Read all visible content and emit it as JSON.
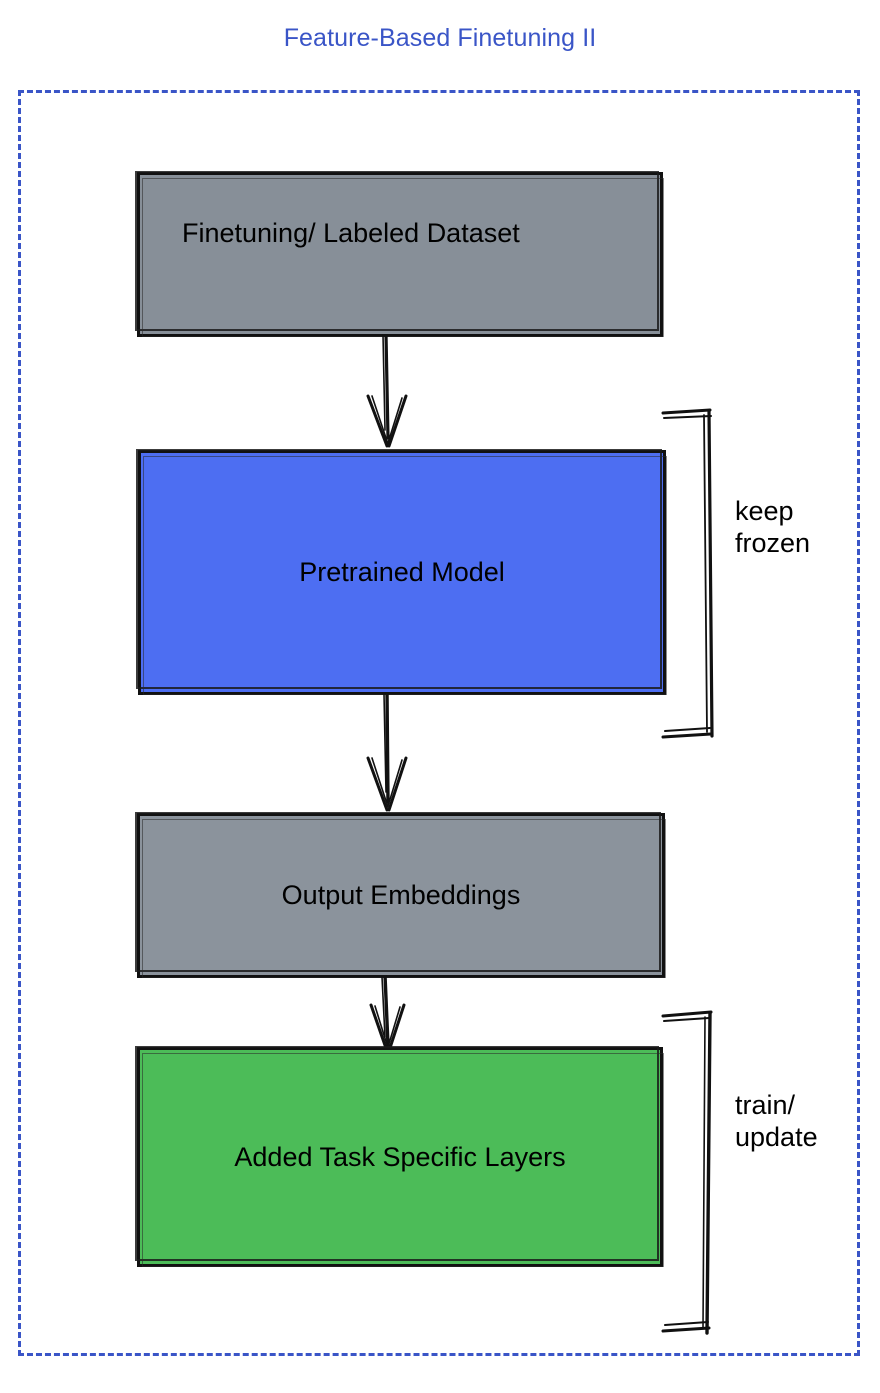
{
  "diagram": {
    "title": "Feature-Based Finetuning II",
    "title_color": "#3a55c7",
    "frame": {
      "style": "dashed",
      "color": "#3a55c7"
    },
    "nodes": [
      {
        "id": "dataset",
        "label": "Finetuning/ Labeled Dataset",
        "fill": "#878f98",
        "stroke": "#111111"
      },
      {
        "id": "pretrained",
        "label": "Pretrained Model",
        "fill": "#4d6ef2",
        "stroke": "#111111"
      },
      {
        "id": "embeddings",
        "label": "Output Embeddings",
        "fill": "#8b939c",
        "stroke": "#111111"
      },
      {
        "id": "layers",
        "label": "Added Task Specific Layers",
        "fill": "#4cbc58",
        "stroke": "#111111"
      }
    ],
    "edges": [
      {
        "id": "edge-dataset-pretrained",
        "from": "dataset",
        "to": "pretrained",
        "kind": "arrow-down"
      },
      {
        "id": "edge-pretrained-embeddings",
        "from": "pretrained",
        "to": "embeddings",
        "kind": "arrow-down"
      },
      {
        "id": "edge-embeddings-layers",
        "from": "embeddings",
        "to": "layers",
        "kind": "arrow-down"
      }
    ],
    "annotations": [
      {
        "id": "keep-frozen",
        "text": "keep\nfrozen",
        "targets": [
          "pretrained"
        ]
      },
      {
        "id": "train-update",
        "text": "train/\nupdate",
        "targets": [
          "layers"
        ]
      }
    ]
  }
}
